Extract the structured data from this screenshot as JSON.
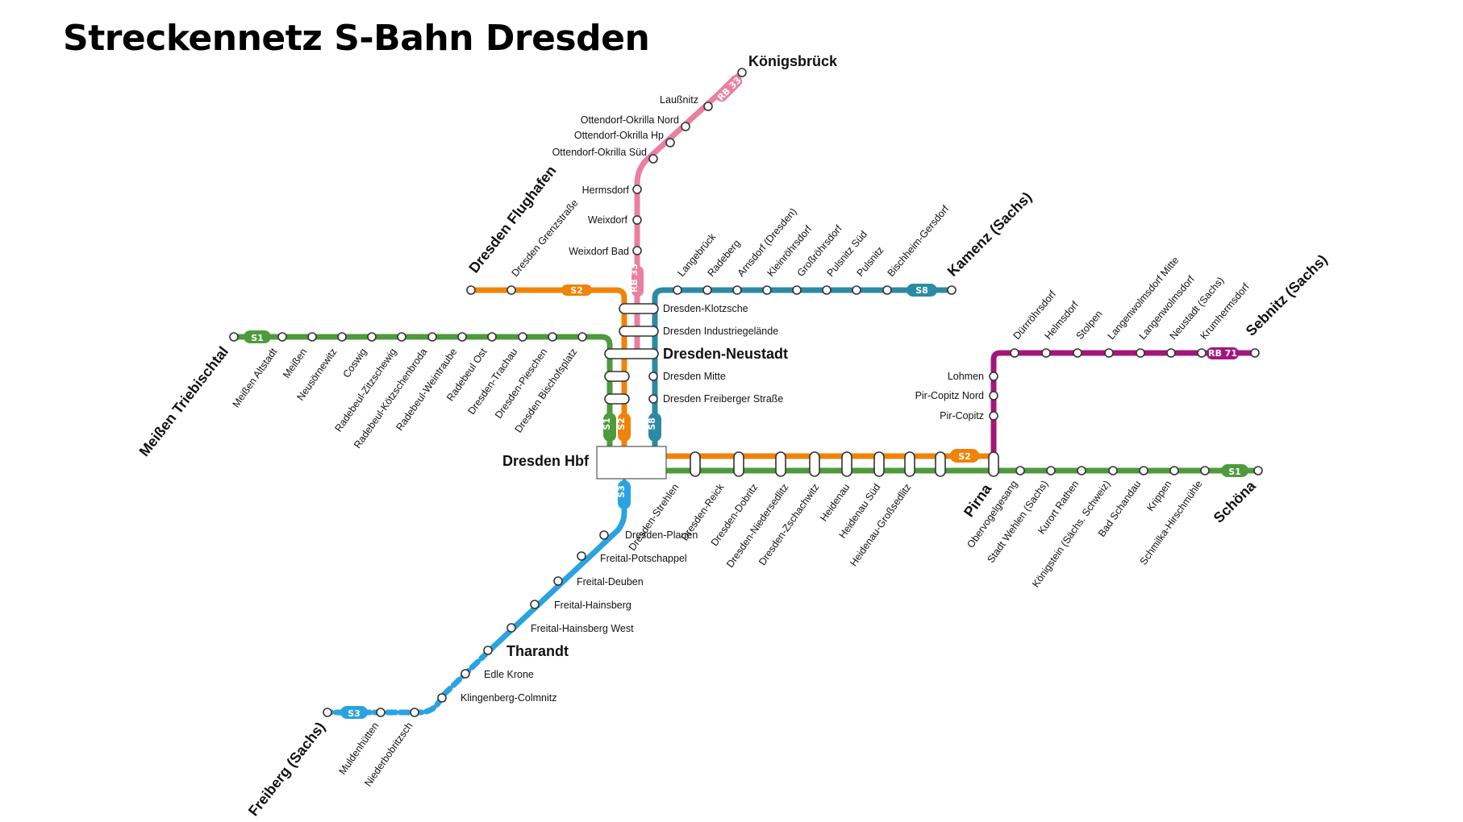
{
  "title": "Streckennetz S-Bahn Dresden",
  "colors": {
    "s1": "#4e9a3c",
    "s2": "#f0830a",
    "s3": "#2aa3e0",
    "s8": "#2c8aa3",
    "rb33": "#ea7f9f",
    "rb71": "#a3177b"
  },
  "badges": {
    "s1": "S1",
    "s2": "S2",
    "s3": "S3",
    "s8": "S8",
    "rb33": "RB 33",
    "rb71": "RB 71"
  },
  "stations": {
    "koenigsbrueck": "Königsbrück",
    "laussnitz": "Laußnitz",
    "okrilla_nord": "Ottendorf-Okrilla Nord",
    "okrilla_hp": "Ottendorf-Okrilla Hp",
    "okrilla_sued": "Ottendorf-Okrilla Süd",
    "hermsdorf": "Hermsdorf",
    "weixdorf": "Weixdorf",
    "weixdorf_bad": "Weixdorf Bad",
    "flughafen": "Dresden Flughafen",
    "grenzstrasse": "Dresden Grenzstraße",
    "langebrueck": "Langebrück",
    "radeberg": "Radeberg",
    "arnsdorf": "Arnsdorf (Dresden)",
    "kleinroehrsdorf": "Kleinröhrsdorf",
    "grossroehrsdorf": "Großröhrsdorf",
    "pulsnitz_sued": "Pulsnitz Süd",
    "pulsnitz": "Pulsnitz",
    "bischheim": "Bischheim-Gersdorf",
    "kamenz": "Kamenz (Sachs)",
    "klotzsche": "Dresden-Klotzsche",
    "industrie": "Dresden Industriegelände",
    "neustadt": "Dresden-Neustadt",
    "mitte": "Dresden Mitte",
    "freiberger": "Dresden Freiberger Straße",
    "hbf": "Dresden Hbf",
    "triebischtal": "Meißen Triebischtal",
    "meissen_altstadt": "Meißen Altstadt",
    "meissen": "Meißen",
    "neusoernewitz": "Neusörnewitz",
    "coswig": "Coswig",
    "zitzschewig": "Radebeul-Zitzschewig",
    "koetzschenbroda": "Radebeul-Kötzschenbroda",
    "weintraube": "Radebeul-Weintraube",
    "radebeul_ost": "Radebeul Ost",
    "trachau": "Dresden-Trachau",
    "pieschen": "Dresden-Pieschen",
    "bischofsplatz": "Dresden Bischofsplatz",
    "plauen": "Dresden-Plauen",
    "potschappel": "Freital-Potschappel",
    "deuben": "Freital-Deuben",
    "hainsberg": "Freital-Hainsberg",
    "hainsberg_west": "Freital-Hainsberg West",
    "tharandt": "Tharandt",
    "edle_krone": "Edle Krone",
    "klingenberg": "Klingenberg-Colmnitz",
    "niederbobritzsch": "Niederbobritzsch",
    "muldenhuetten": "Muldenhütten",
    "freiberg": "Freiberg (Sachs)",
    "strehlen": "Dresden-Strehlen",
    "reick": "Dresden-Reick",
    "dobritz": "Dresden-Dobritz",
    "niedersedlitz": "Dresden-Niedersedlitz",
    "zschachwitz": "Dresden-Zschachwitz",
    "heidenau": "Heidenau",
    "heidenau_sued": "Heidenau Süd",
    "grosssedlitz": "Heidenau-Großsedlitz",
    "pirna": "Pirna",
    "obervogelgesang": "Obervogelgesang",
    "wehlen": "Stadt Wehlen (Sachs)",
    "rathen": "Kurort Rathen",
    "koenigstein": "Königstein (Sächs. Schweiz)",
    "bad_schandau": "Bad Schandau",
    "krippen": "Krippen",
    "schmilka": "Schmilka-Hirschmühle",
    "schoena": "Schöna",
    "lohmen": "Lohmen",
    "copitz_nord": "Pir-Copitz Nord",
    "copitz": "Pir-Copitz",
    "duerrroehrsdorf": "Dürrröhrsdorf",
    "helmsdorf": "Helmsdorf",
    "stolpen": "Stolpen",
    "lw_mitte": "Langenwolmsdorf Mitte",
    "langenwolmsdorf": "Langenwolmsdorf",
    "neustadt_sachs": "Neustadt (Sachs)",
    "krumhermsdorf": "Krumhermsdorf",
    "sebnitz": "Sebnitz (Sachs)"
  }
}
